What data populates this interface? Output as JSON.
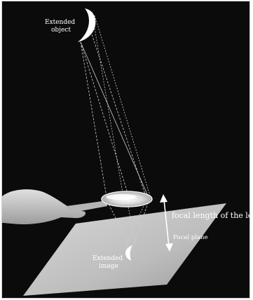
{
  "diagram": {
    "labels": {
      "object": [
        "Extended",
        "object"
      ],
      "image": [
        "Extended",
        "image"
      ],
      "focal_length": "focal length of the len",
      "focal_plane": "Focal plane"
    }
  }
}
